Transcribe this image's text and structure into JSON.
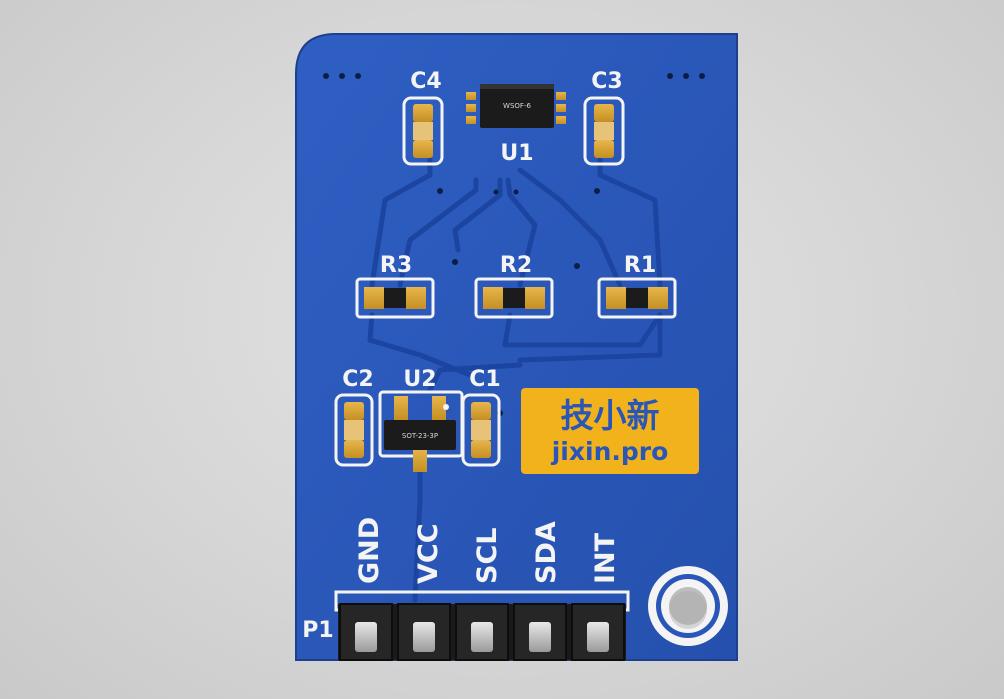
{
  "board": {
    "colors": {
      "pcb": "#2a56b8",
      "pcb_edge": "#1d3f8c",
      "trace": "#1f4aa6",
      "pad": "#d9a233",
      "silkscreen": "#f4f4f4",
      "chip": "#1b1b1b",
      "logo_bg": "#f2b21b"
    },
    "components": [
      {
        "ref": "C4"
      },
      {
        "ref": "C3"
      },
      {
        "ref": "U1"
      },
      {
        "ref": "R3"
      },
      {
        "ref": "R2"
      },
      {
        "ref": "R1"
      },
      {
        "ref": "C2"
      },
      {
        "ref": "U2"
      },
      {
        "ref": "C1"
      }
    ],
    "chips": {
      "u1_marking": "WSOF-6",
      "u2_marking": "SOT-23-3P"
    },
    "logo": {
      "line1": "技小新",
      "line2": "jixin.pro"
    },
    "header": {
      "ref": "P1",
      "pins": [
        "GND",
        "VCC",
        "SCL",
        "SDA",
        "INT"
      ]
    }
  }
}
